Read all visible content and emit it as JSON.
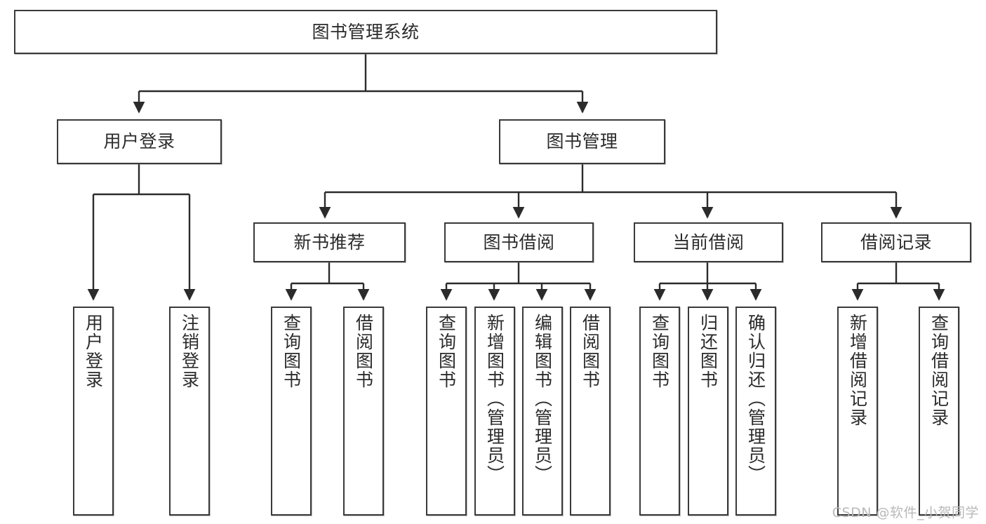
{
  "diagram": {
    "type": "tree-hierarchy-chart",
    "title": "图书管理系统",
    "background_color": "#ffffff",
    "box_border_color": "#3a3a3a",
    "text_color": "#2b2b2b",
    "connector_color": "#2b2b2b"
  },
  "nodes": {
    "root": {
      "label": "图书管理系统"
    },
    "level2": [
      {
        "id": "user-login",
        "label": "用户登录"
      },
      {
        "id": "book-management",
        "label": "图书管理"
      }
    ],
    "level3": [
      {
        "id": "new-book-recommend",
        "label": "新书推荐"
      },
      {
        "id": "book-borrow",
        "label": "图书借阅"
      },
      {
        "id": "current-borrow",
        "label": "当前借阅"
      },
      {
        "id": "borrow-record",
        "label": "借阅记录"
      }
    ],
    "leaves": {
      "user_login": [
        {
          "id": "leaf-user-login",
          "label": "用户登录"
        },
        {
          "id": "leaf-logout",
          "label": "注销登录"
        }
      ],
      "new_book_recommend": [
        {
          "id": "leaf-query-book-1",
          "label": "查询图书"
        },
        {
          "id": "leaf-borrow-book-1",
          "label": "借阅图书"
        }
      ],
      "book_borrow": [
        {
          "id": "leaf-query-book-2",
          "label": "查询图书"
        },
        {
          "id": "leaf-add-book",
          "label": "新增图书（管理员）"
        },
        {
          "id": "leaf-edit-book",
          "label": "编辑图书（管理员）"
        },
        {
          "id": "leaf-borrow-book-2",
          "label": "借阅图书"
        }
      ],
      "current_borrow": [
        {
          "id": "leaf-query-book-3",
          "label": "查询图书"
        },
        {
          "id": "leaf-return-book",
          "label": "归还图书"
        },
        {
          "id": "leaf-confirm-return",
          "label": "确认归还（管理员）"
        }
      ],
      "borrow_record": [
        {
          "id": "leaf-add-record",
          "label": "新增借阅记录"
        },
        {
          "id": "leaf-query-record",
          "label": "查询借阅记录"
        }
      ]
    }
  },
  "edges": [
    {
      "from": "图书管理系统",
      "to": "用户登录"
    },
    {
      "from": "图书管理系统",
      "to": "图书管理"
    },
    {
      "from": "用户登录",
      "to": "用户登录"
    },
    {
      "from": "用户登录",
      "to": "注销登录"
    },
    {
      "from": "图书管理",
      "to": "新书推荐"
    },
    {
      "from": "图书管理",
      "to": "图书借阅"
    },
    {
      "from": "图书管理",
      "to": "当前借阅"
    },
    {
      "from": "图书管理",
      "to": "借阅记录"
    },
    {
      "from": "新书推荐",
      "to": "查询图书"
    },
    {
      "from": "新书推荐",
      "to": "借阅图书"
    },
    {
      "from": "图书借阅",
      "to": "查询图书"
    },
    {
      "from": "图书借阅",
      "to": "新增图书（管理员）"
    },
    {
      "from": "图书借阅",
      "to": "编辑图书（管理员）"
    },
    {
      "from": "图书借阅",
      "to": "借阅图书"
    },
    {
      "from": "当前借阅",
      "to": "查询图书"
    },
    {
      "from": "当前借阅",
      "to": "归还图书"
    },
    {
      "from": "当前借阅",
      "to": "确认归还（管理员）"
    },
    {
      "from": "借阅记录",
      "to": "新增借阅记录"
    },
    {
      "from": "借阅记录",
      "to": "查询借阅记录"
    }
  ],
  "watermark": {
    "text": "CSDN @软件_小贺同学"
  }
}
